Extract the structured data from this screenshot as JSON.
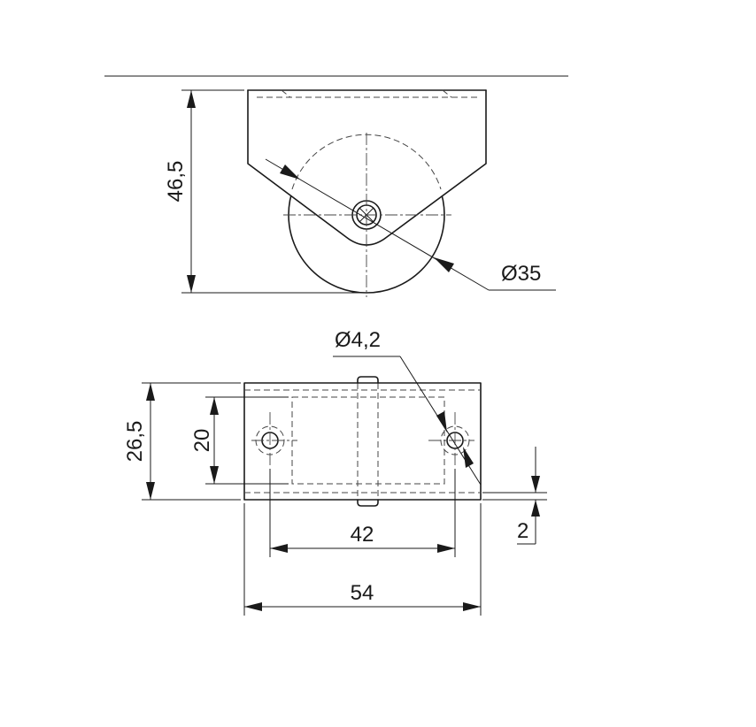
{
  "drawing": {
    "dimensions": {
      "height_side": "46,5",
      "wheel_diameter": "Ø35",
      "hole_diameter": "Ø4,2",
      "plate_width": "26,5",
      "inner_width": "20",
      "hole_spacing": "42",
      "plate_length": "54",
      "thickness": "2"
    }
  }
}
